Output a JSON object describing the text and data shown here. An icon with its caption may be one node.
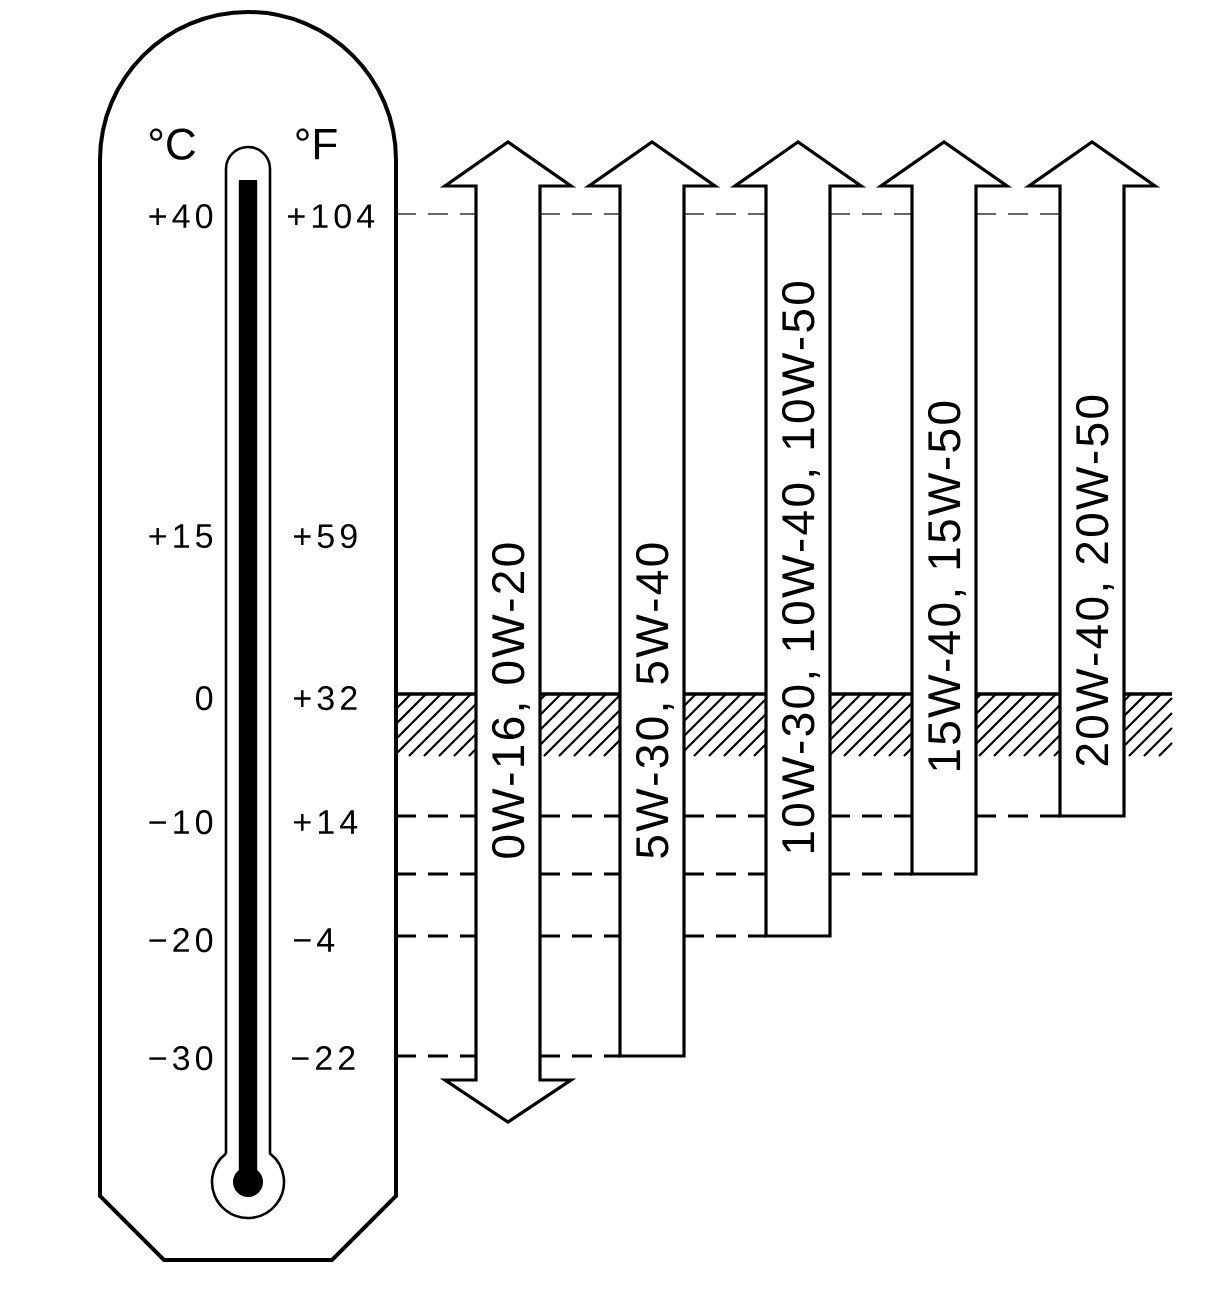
{
  "diagram": {
    "nodes": [
      {
        "text": [
          "°C",
          "°F",
          "+40",
          "+104",
          "+15",
          "+59",
          "0",
          "+32",
          "−10",
          "+14",
          "−20",
          "−4",
          "−30",
          "−22"
        ]
      },
      {
        "text": [
          "0W-16, 0W-20"
        ]
      },
      {
        "text": [
          "5W-30, 5W-40"
        ]
      },
      {
        "text": [
          "10W-30, 10W-40, 10W-50"
        ]
      },
      {
        "text": [
          "15W-40, 15W-50"
        ]
      },
      {
        "text": [
          "20W-40, 20W-50"
        ]
      }
    ]
  }
}
